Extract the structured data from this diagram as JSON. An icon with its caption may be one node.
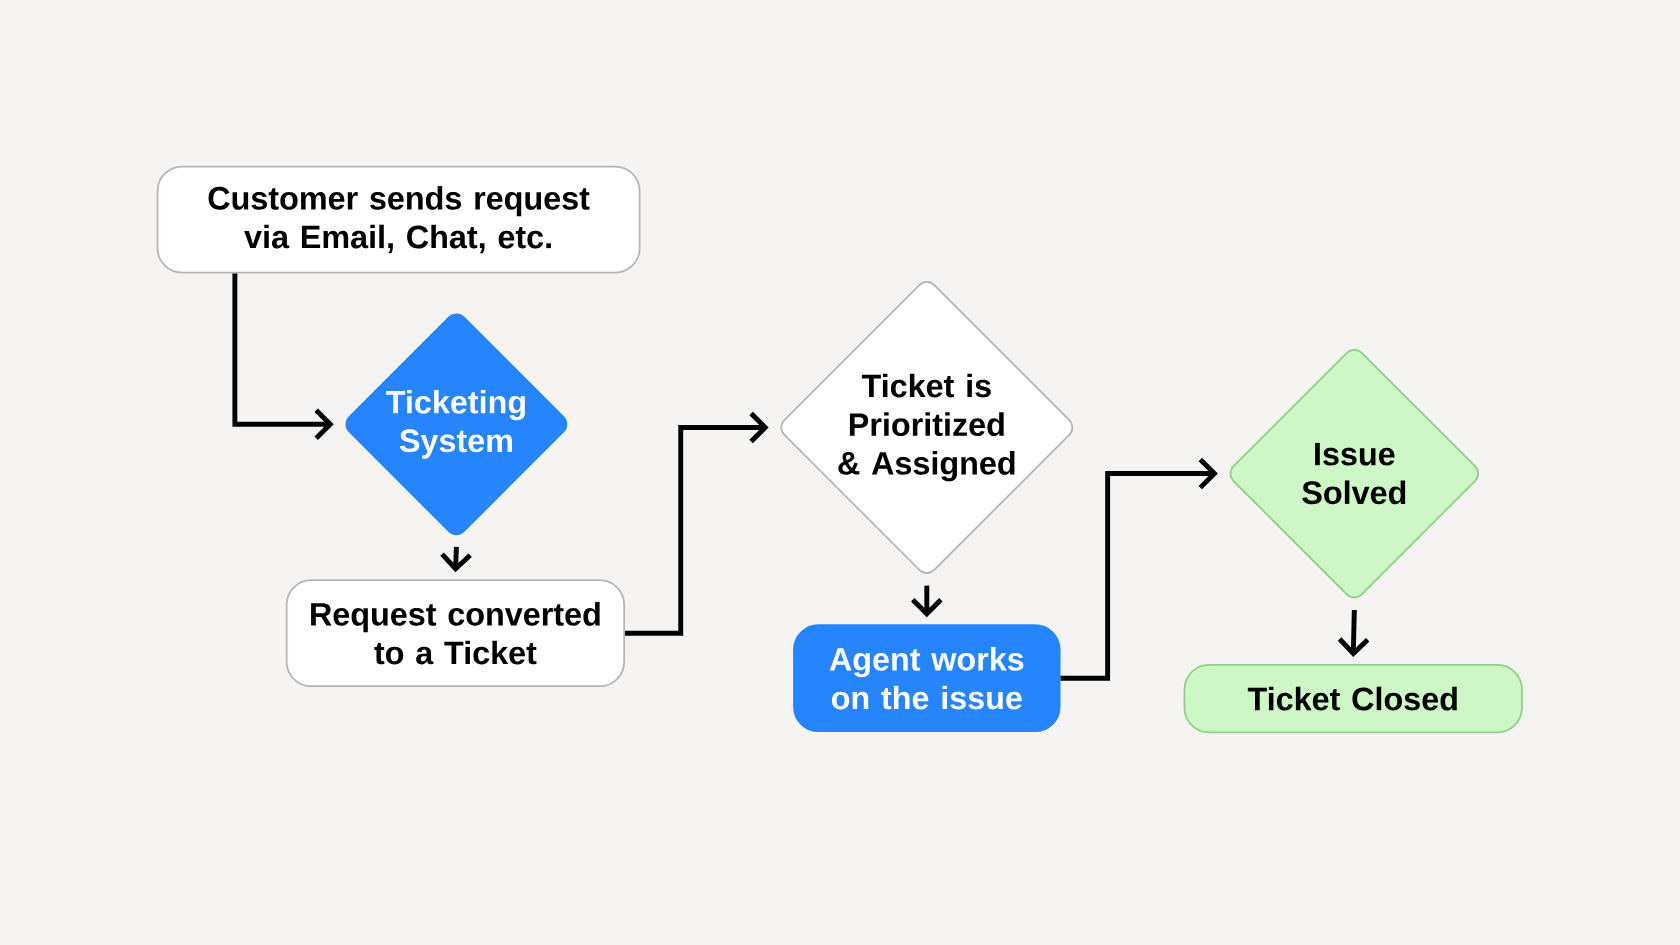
{
  "diagram": {
    "nodes": [
      {
        "text": [
          "Customer sends request via Email, Chat, etc."
        ]
      },
      {
        "text": [
          "Ticketing System"
        ]
      },
      {
        "text": [
          "Request converted to a Ticket"
        ]
      },
      {
        "text": [
          "Ticket is Prioritized & Assigned"
        ]
      },
      {
        "text": [
          "Agent works on the issue"
        ]
      },
      {
        "text": [
          "Issue Solved"
        ]
      },
      {
        "text": [
          "Ticket Closed"
        ]
      }
    ],
    "edges": [
      {
        "from": 0,
        "to": 1,
        "arrow": "to"
      },
      {
        "from": 1,
        "to": 2,
        "arrow": "to"
      },
      {
        "from": 2,
        "to": 3,
        "arrow": "to"
      },
      {
        "from": 3,
        "to": 4,
        "arrow": "to"
      },
      {
        "from": 4,
        "to": 5,
        "arrow": "to"
      },
      {
        "from": 5,
        "to": 6,
        "arrow": "to"
      }
    ]
  }
}
